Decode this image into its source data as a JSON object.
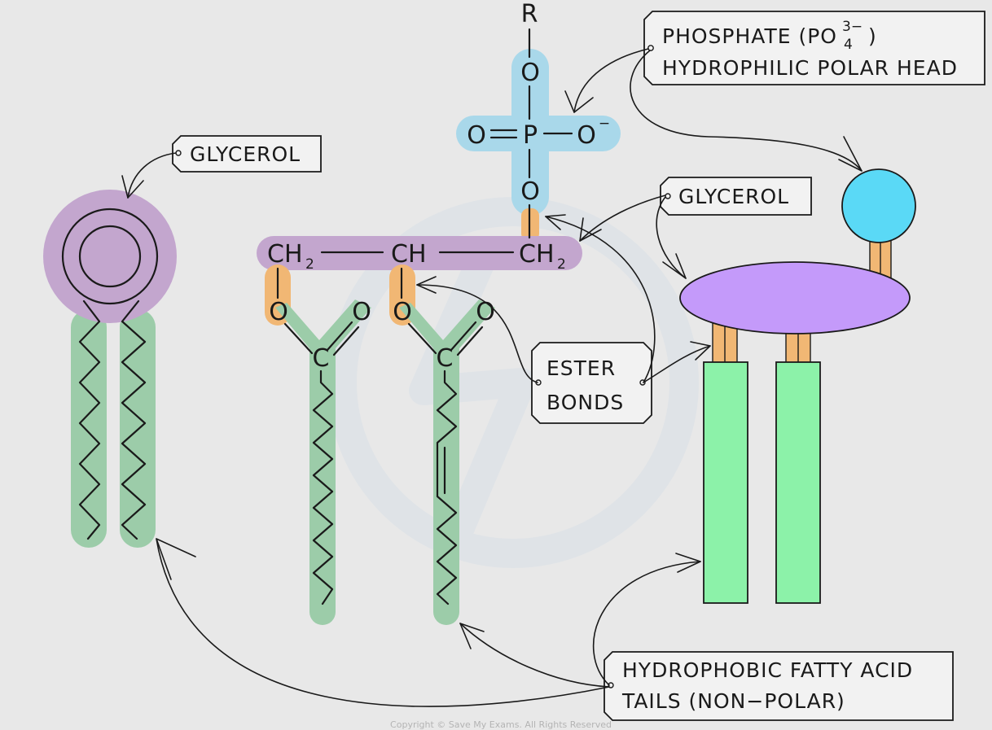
{
  "colors": {
    "background": "#e8e8e8",
    "head_highlight": "#a9d8ea",
    "glycerol_highlight": "#c3a6ce",
    "ester_highlight": "#f1b774",
    "tail_highlight": "#9ccca9",
    "model_head": "#5ad9f6",
    "model_glycerol": "#c49afa",
    "model_tail": "#8cf2a9",
    "model_link": "#f1b774"
  },
  "labels": {
    "phosphate_line1": "PHOSPHATE (PO",
    "phosphate_sub": "4",
    "phosphate_sup": "3−",
    "phosphate_close": ")",
    "phosphate_line2": "HYDROPHILIC POLAR HEAD",
    "glycerol_left": "GLYCEROL",
    "glycerol_right": "GLYCEROL",
    "ester_line1": "ESTER",
    "ester_line2": "BONDS",
    "tails_line1": "HYDROPHOBIC FATTY ACID",
    "tails_line2": "TAILS (NON−POLAR)"
  },
  "chem": {
    "r_group": "R",
    "oxygen": "O",
    "phosphorus": "P",
    "o_minus_charge": "−",
    "ch": "CH",
    "ch2": "CH",
    "subscript_2": "2",
    "carbon": "C"
  },
  "copyright": "Copyright © Save My Exams. All Rights Reserved"
}
